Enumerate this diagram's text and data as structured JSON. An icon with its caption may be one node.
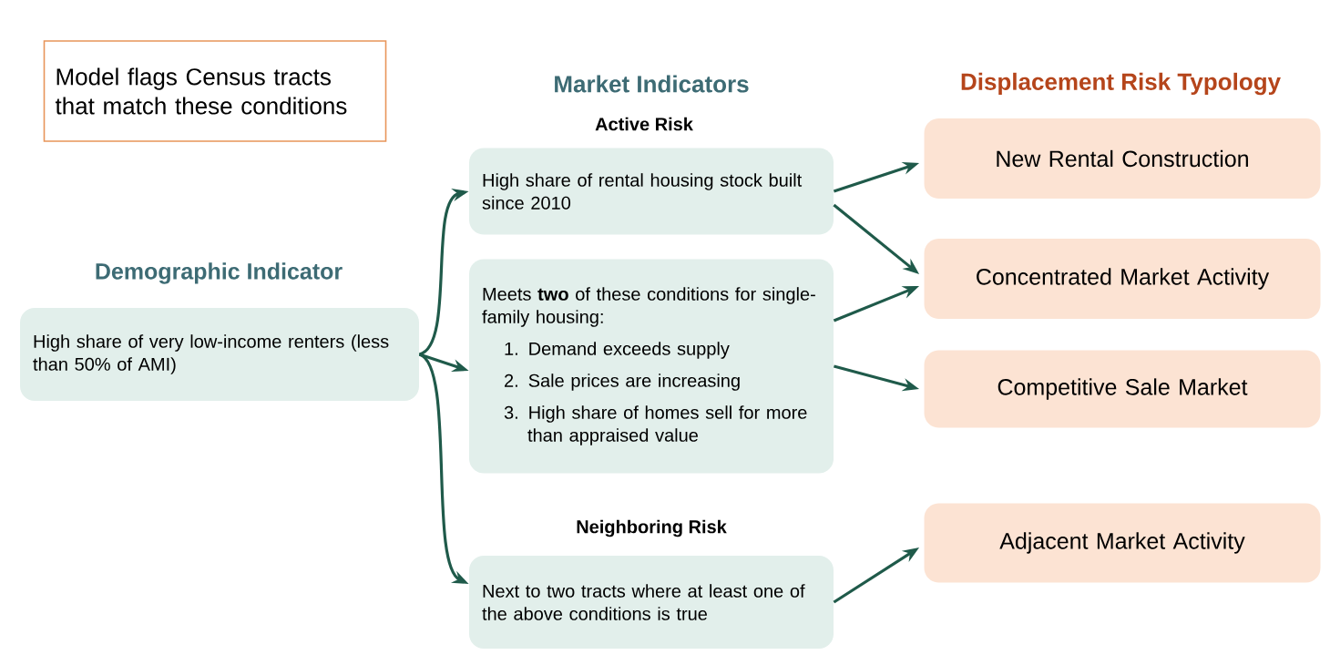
{
  "diagram": {
    "nodes": [
      {
        "text": [
          "Model flags Census tracts that match these conditions"
        ]
      },
      {
        "text": [
          "Demographic Indicator",
          "High share of very low-income renters (less than 50% of AMI)"
        ]
      },
      {
        "text": [
          "Active Risk",
          "High share of rental housing stock built since 2010"
        ]
      },
      {
        "text": [
          "Meets **two** of these conditions for single-family housing:",
          "1. Demand exceeds supply",
          "2. Sale prices are increasing",
          "3. High share of homes sell for more than appraised value"
        ]
      },
      {
        "text": [
          "Neighboring Risk",
          "Next to two tracts where at least one of the above conditions is true"
        ]
      },
      {
        "text": [
          "New Rental Construction"
        ]
      },
      {
        "text": [
          "Concentrated Market Activity"
        ]
      },
      {
        "text": [
          "Competitive Sale Market"
        ]
      },
      {
        "text": [
          "Adjacent Market Activity"
        ]
      }
    ],
    "edges": [
      {
        "from": 1,
        "to": 2,
        "arrow": "to"
      },
      {
        "from": 1,
        "to": 3,
        "arrow": "to"
      },
      {
        "from": 1,
        "to": 4,
        "arrow": "to"
      },
      {
        "from": 2,
        "to": 5,
        "arrow": "to"
      },
      {
        "from": 2,
        "to": 6,
        "arrow": "to"
      },
      {
        "from": 3,
        "to": 6,
        "arrow": "to"
      },
      {
        "from": 3,
        "to": 7,
        "arrow": "to"
      },
      {
        "from": 4,
        "to": 8,
        "arrow": "to"
      }
    ],
    "labels": [
      "Market Indicators",
      "Displacement Risk Typology"
    ]
  }
}
